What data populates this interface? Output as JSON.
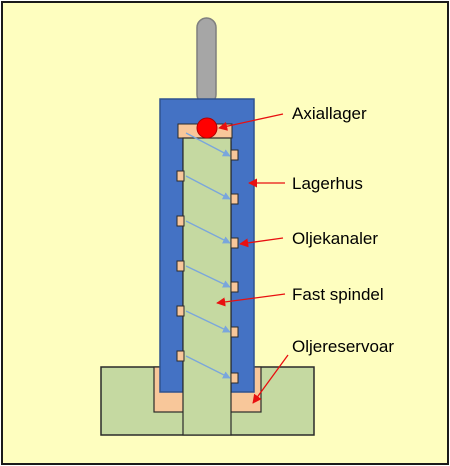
{
  "colors": {
    "background": "#fefebf",
    "frame_border": "#1a1a1a",
    "housing": "#4472c4",
    "housing_border": "#2f528f",
    "spindle": "#c5d9a1",
    "spindle_border": "#2a2a2a",
    "reservoir": "#f8c79a",
    "shaft": "#a6a6a6",
    "ball": "#ff0000",
    "arrow_red": "#e81010",
    "arrow_blue": "#7aa6dc"
  },
  "labels": {
    "axial_bearing": "Axiallager",
    "bearing_housing": "Lagerhus",
    "oil_channels": "Oljekanaler",
    "fixed_spindle": "Fast spindel",
    "oil_reservoir": "Oljereservoar"
  }
}
